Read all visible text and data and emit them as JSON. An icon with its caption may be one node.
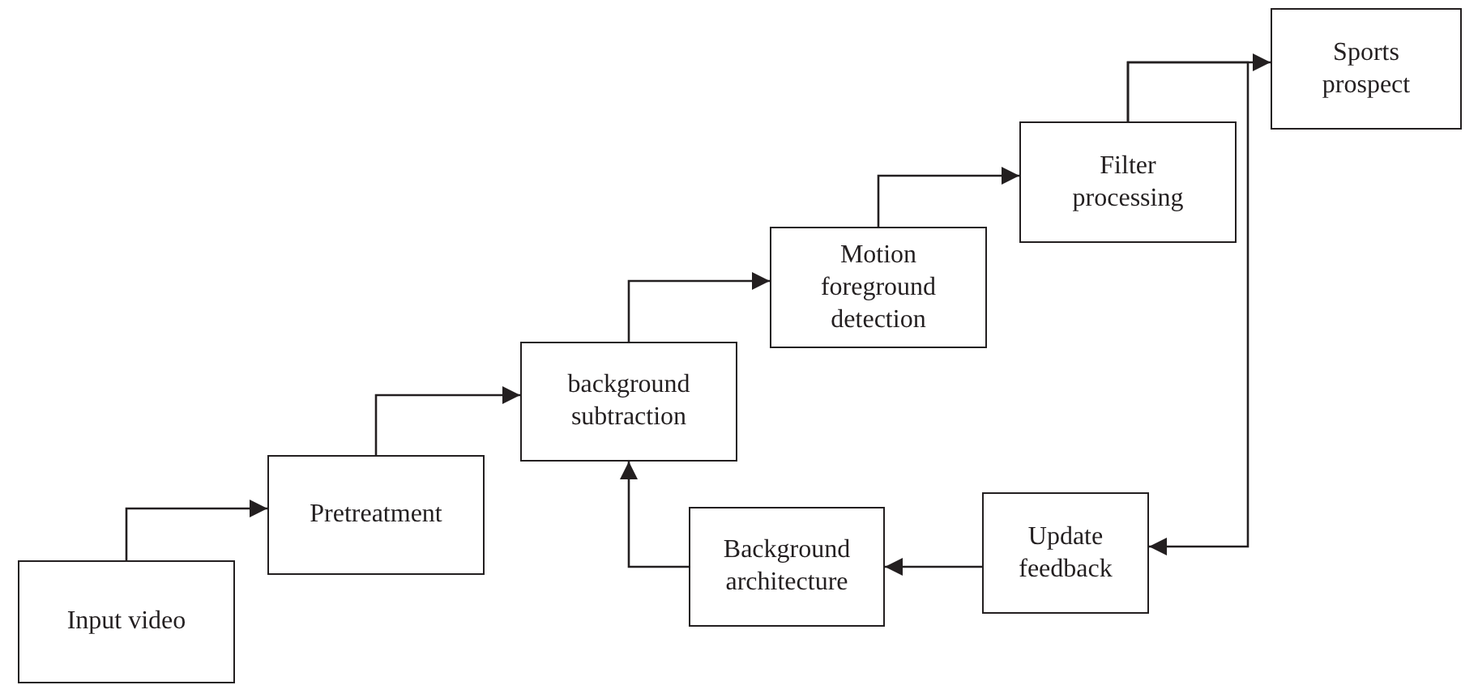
{
  "diagram": {
    "nodes": [
      {
        "text": [
          "Input video"
        ]
      },
      {
        "text": [
          "Pretreatment"
        ]
      },
      {
        "text": [
          "background subtraction"
        ]
      },
      {
        "text": [
          "Motion foreground detection"
        ]
      },
      {
        "text": [
          "Filter processing"
        ]
      },
      {
        "text": [
          "Sports prospect"
        ]
      },
      {
        "text": [
          "Background architecture"
        ]
      },
      {
        "text": [
          "Update feedback"
        ]
      }
    ],
    "edges": [
      {
        "from": 0,
        "to": 1,
        "arrow": "to"
      },
      {
        "from": 1,
        "to": 2,
        "arrow": "to"
      },
      {
        "from": 2,
        "to": 3,
        "arrow": "to"
      },
      {
        "from": 3,
        "to": 4,
        "arrow": "to"
      },
      {
        "from": 4,
        "to": 5,
        "arrow": "to"
      },
      {
        "from": 4,
        "to": 7,
        "arrow": "to"
      },
      {
        "from": 7,
        "to": 6,
        "arrow": "to"
      },
      {
        "from": 6,
        "to": 2,
        "arrow": "to"
      }
    ]
  }
}
